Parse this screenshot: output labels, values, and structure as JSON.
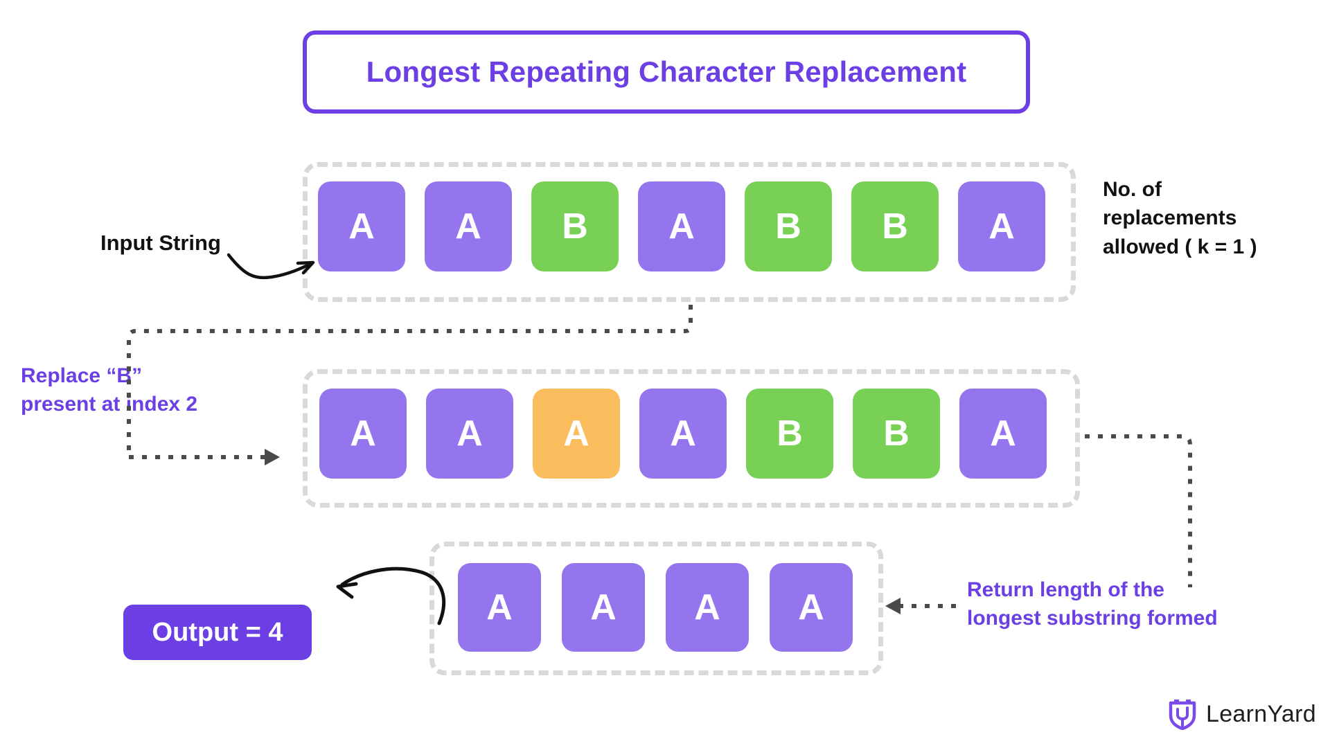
{
  "title": {
    "text": "Longest Repeating Character Replacement"
  },
  "annotations": {
    "input_string_label": "Input String",
    "k_note_line1": "No. of",
    "k_note_line2": "replacements",
    "k_note_line3": "allowed ( k = 1 )",
    "replace_line1": "Replace “B”",
    "replace_line2": "present at index 2",
    "return_line1": "Return length of the",
    "return_line2": "longest substring formed",
    "output_badge": "Output = 4"
  },
  "rows": [
    {
      "id": "row1",
      "name": "input-string-row",
      "cells": [
        {
          "char": "A",
          "color": "purple"
        },
        {
          "char": "A",
          "color": "purple"
        },
        {
          "char": "B",
          "color": "green"
        },
        {
          "char": "A",
          "color": "purple"
        },
        {
          "char": "B",
          "color": "green"
        },
        {
          "char": "B",
          "color": "green"
        },
        {
          "char": "A",
          "color": "purple"
        }
      ]
    },
    {
      "id": "row2",
      "name": "after-replacement-row",
      "cells": [
        {
          "char": "A",
          "color": "purple"
        },
        {
          "char": "A",
          "color": "purple"
        },
        {
          "char": "A",
          "color": "orange"
        },
        {
          "char": "A",
          "color": "purple"
        },
        {
          "char": "B",
          "color": "green"
        },
        {
          "char": "B",
          "color": "green"
        },
        {
          "char": "A",
          "color": "purple"
        }
      ]
    },
    {
      "id": "row3",
      "name": "longest-substring-row",
      "cells": [
        {
          "char": "A",
          "color": "purple"
        },
        {
          "char": "A",
          "color": "purple"
        },
        {
          "char": "A",
          "color": "purple"
        },
        {
          "char": "A",
          "color": "purple"
        }
      ]
    }
  ],
  "brand": {
    "name": "LearnYard",
    "mark": "shield-y-logo"
  },
  "colors": {
    "accent_purple": "#6B3FE4",
    "cell_purple": "#9575ED",
    "cell_green": "#78D155",
    "cell_orange": "#FBBE5E",
    "dashed_border": "#D9D9D9",
    "text_black": "#111111",
    "arrow_dotted": "#4A4A4A",
    "background": "#FFFFFF"
  },
  "diagram_data": {
    "type": "algorithm-illustration",
    "k": 1,
    "input": "AABABBA",
    "after_replacement": "AAAABBA",
    "replaced_index": 2,
    "replaced_from": "B",
    "replaced_to": "A",
    "longest_substring": "AAAA",
    "output": 4
  }
}
